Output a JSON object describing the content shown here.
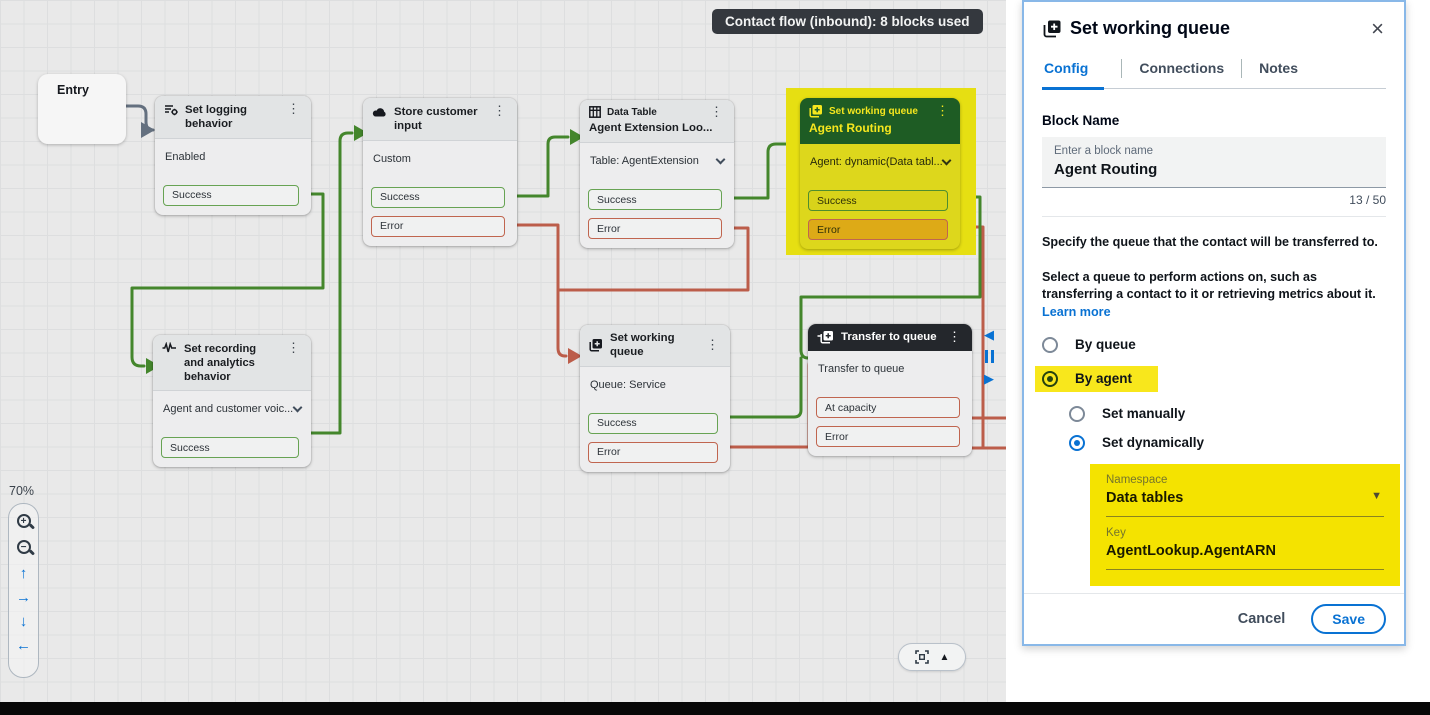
{
  "canvas": {
    "banner": "Contact flow (inbound): 8 blocks used",
    "zoom_level": "70%",
    "entry_label": "Entry",
    "blocks": [
      {
        "title": "Set logging behavior",
        "body": "Enabled",
        "ports": [
          {
            "label": "Success",
            "kind": "success"
          }
        ]
      },
      {
        "title": "Store customer input",
        "body": "Custom",
        "ports": [
          {
            "label": "Success",
            "kind": "success"
          },
          {
            "label": "Error",
            "kind": "error"
          }
        ]
      },
      {
        "overline": "Data Table",
        "title": "Agent Extension Loo...",
        "body": "Table: AgentExtension",
        "ports": [
          {
            "label": "Success",
            "kind": "success"
          },
          {
            "label": "Error",
            "kind": "error"
          }
        ]
      },
      {
        "overline": "Set working queue",
        "title": "Agent Routing",
        "body": "Agent: dynamic(Data tabl...",
        "ports": [
          {
            "label": "Success",
            "kind": "success"
          },
          {
            "label": "Error",
            "kind": "error"
          }
        ]
      },
      {
        "title": "Set recording and analytics behavior",
        "body": "Agent and customer voic...",
        "ports": [
          {
            "label": "Success",
            "kind": "success"
          }
        ]
      },
      {
        "title": "Set working queue",
        "body": "Queue: Service",
        "ports": [
          {
            "label": "Success",
            "kind": "success"
          },
          {
            "label": "Error",
            "kind": "error"
          }
        ]
      },
      {
        "title": "Transfer to queue",
        "body": "Transfer to queue",
        "ports": [
          {
            "label": "At capacity",
            "kind": "error"
          },
          {
            "label": "Error",
            "kind": "error"
          }
        ]
      }
    ]
  },
  "panel": {
    "title": "Set working queue",
    "tabs": [
      "Config",
      "Connections",
      "Notes"
    ],
    "active_tab": "Config",
    "block_name": {
      "label": "Block Name",
      "placeholder": "Enter a block name",
      "value": "Agent Routing",
      "counter": "13 / 50"
    },
    "description_1": "Specify the queue that the contact will be transferred to.",
    "description_2": "Select a queue to perform actions on, such as transferring a contact to it or retrieving metrics about it.",
    "learn_more": "Learn more",
    "options": {
      "by_queue": "By queue",
      "by_agent": "By agent",
      "set_manually": "Set manually",
      "set_dynamically": "Set dynamically"
    },
    "selected_option": "By agent",
    "selected_sub_option": "Set dynamically",
    "namespace_field": {
      "label": "Namespace",
      "value": "Data tables"
    },
    "key_field": {
      "label": "Key",
      "value": "AgentLookup.AgentARN"
    },
    "footer": {
      "cancel": "Cancel",
      "save": "Save"
    }
  },
  "icons": {
    "kebab": "⋮",
    "caret_down": "▼",
    "close": "×",
    "tri_left": "◀",
    "tri_right": "▶",
    "tri_up": "▲",
    "arrow_up": "↑",
    "arrow_right": "→",
    "arrow_down": "↓",
    "arrow_left": "←",
    "zoom_in": "+",
    "zoom_out": "−"
  },
  "colors": {
    "accent_blue": "#0972d3",
    "success_green": "#44862c",
    "error_red": "#bc5d4a",
    "highlight_yellow": "#f4e300",
    "selected_block_green": "#1e5c24",
    "banner_bg": "#34383e"
  }
}
